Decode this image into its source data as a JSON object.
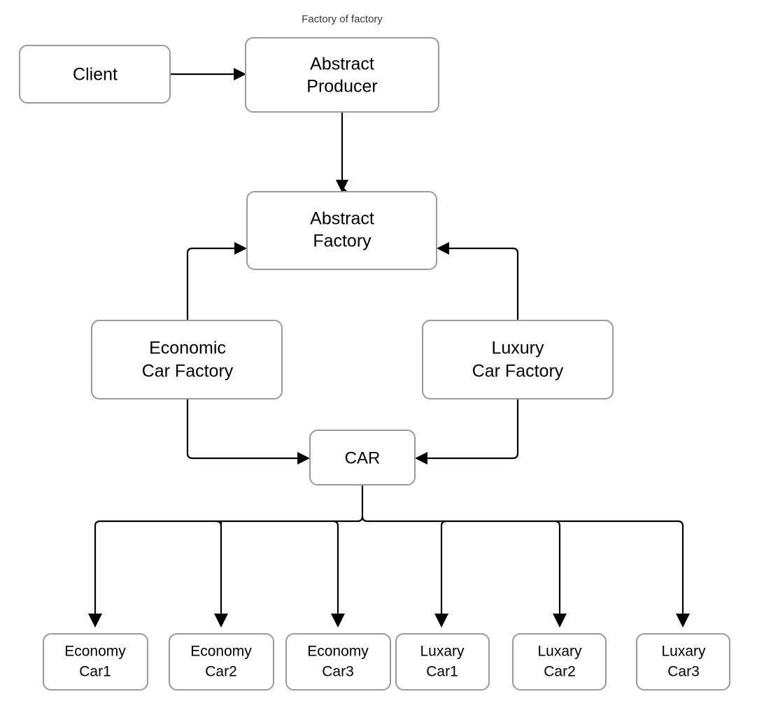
{
  "diagram": {
    "title_caption": "Factory of factory",
    "colors": {
      "box_border": "#9a9a9a",
      "box_fill": "#ffffff",
      "edge": "#000000",
      "caption_text": "#3a3a3a",
      "label_text": "#000000",
      "canvas": "#ffffff"
    },
    "nodes": {
      "client": {
        "label": "Client"
      },
      "abstract_producer": {
        "line1": "Abstract",
        "line2": "Producer"
      },
      "abstract_factory": {
        "line1": "Abstract",
        "line2": "Factory"
      },
      "economic_car_factory": {
        "line1": "Economic",
        "line2": "Car Factory"
      },
      "luxury_car_factory": {
        "line1": "Luxury",
        "line2": "Car Factory"
      },
      "car": {
        "label": "CAR"
      }
    },
    "products": [
      {
        "line1": "Economy",
        "line2": "Car1"
      },
      {
        "line1": "Economy",
        "line2": "Car2"
      },
      {
        "line1": "Economy",
        "line2": "Car3"
      },
      {
        "line1": "Luxary",
        "line2": "Car1"
      },
      {
        "line1": "Luxary",
        "line2": "Car2"
      },
      {
        "line1": "Luxary",
        "line2": "Car3"
      }
    ]
  }
}
